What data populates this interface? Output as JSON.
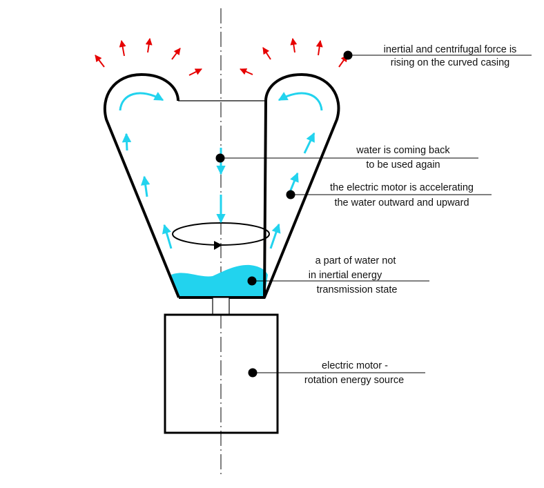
{
  "colors": {
    "stroke": "#000000",
    "flow_arrow": "#22d3ee",
    "force_arrow": "#e60000",
    "water": "#22d3ee",
    "background": "#ffffff"
  },
  "labels": {
    "force": [
      "inertial and centrifugal force is",
      "rising on the curved casing"
    ],
    "return_water": [
      "water is coming back",
      "to be used again"
    ],
    "accelerating": [
      "the electric motor is accelerating",
      "the water outward and upward"
    ],
    "idle_water": [
      "a part of water not",
      "in inertial energy",
      "transmission state"
    ],
    "motor": [
      "electric motor -",
      "rotation energy source"
    ]
  },
  "icons": {
    "force_arrows": "red-arrow-icon",
    "flow_arrows": "cyan-arrow-icon",
    "rotation": "rotation-arrow-icon"
  }
}
